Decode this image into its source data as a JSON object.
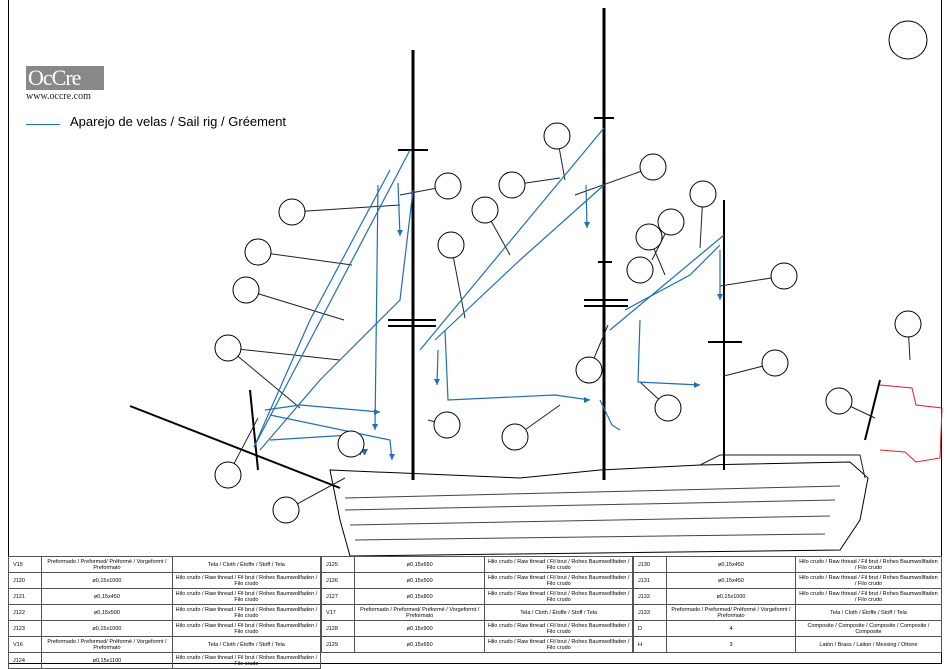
{
  "logo": {
    "brand": "OcCre",
    "url": "www.occre.com"
  },
  "legend": {
    "label": "Aparejo de velas / Sail rig / Gréement",
    "color": "#1f6fb8"
  },
  "tables": [
    {
      "rows": [
        {
          "code": "V15",
          "size": "Preformado / Preformed/ Préformé / Vorgeformt / Preformato",
          "material": "Tela / Cloth / Étoffe / Stoff / Tela"
        },
        {
          "code": "J120",
          "size": "ø0,15x1000",
          "material": "Hilo crudo / Raw thread / Fil brut / Rohes Baumwollfaden / Filo crudo"
        },
        {
          "code": "J121",
          "size": "ø0,15x450",
          "material": "Hilo crudo / Raw thread / Fil brut / Rohes Baumwollfaden / Filo crudo"
        },
        {
          "code": "J122",
          "size": "ø0,15x500",
          "material": "Hilo crudo / Raw thread / Fil brut / Rohes Baumwollfaden / Filo crudo"
        },
        {
          "code": "J123",
          "size": "ø0,15x1000",
          "material": "Hilo crudo / Raw thread / Fil brut / Rohes Baumwollfaden / Filo crudo"
        },
        {
          "code": "V16",
          "size": "Preformado / Preformed/ Préformé / Vorgeformt / Preformato",
          "material": "Tela / Cloth / Étoffe / Stoff / Tela"
        },
        {
          "code": "J124",
          "size": "ø0,15x1100",
          "material": "Hilo crudo / Raw thread / Fil brut / Rohes Baumwollfaden / Filo crudo"
        }
      ]
    },
    {
      "rows": [
        {
          "code": "J125",
          "size": "ø0,15x650",
          "material": "Hilo crudo / Raw thread / Fil brut / Rohes Baumwollfaden / Filo crudo"
        },
        {
          "code": "J126",
          "size": "ø0,15x500",
          "material": "Hilo crudo / Raw thread / Fil brut / Rohes Baumwollfaden / Filo crudo"
        },
        {
          "code": "J127",
          "size": "ø0,15x800",
          "material": "Hilo crudo / Raw thread / Fil brut / Rohes Baumwollfaden / Filo crudo"
        },
        {
          "code": "V17",
          "size": "Preformado / Preformed/ Préformé / Vorgeformt / Preformato",
          "material": "Tela / Cloth / Étoffe / Stoff / Tela"
        },
        {
          "code": "J128",
          "size": "ø0,15x900",
          "material": "Hilo crudo / Raw thread / Fil brut / Rohes Baumwollfaden / Filo crudo"
        },
        {
          "code": "J129",
          "size": "ø0,15x650",
          "material": "Hilo crudo / Raw thread / Fil brut / Rohes Baumwollfaden / Filo crudo"
        }
      ]
    },
    {
      "rows": [
        {
          "code": "J130",
          "size": "ø0,15x450",
          "material": "Hilo crudo / Raw thread / Fil brut / Rohes Baumwollfaden / Filo crudo"
        },
        {
          "code": "J131",
          "size": "ø0,15x450",
          "material": "Hilo crudo / Raw thread / Fil brut / Rohes Baumwollfaden / Filo crudo"
        },
        {
          "code": "J132",
          "size": "ø0,15x1000",
          "material": "Hilo crudo / Raw thread / Fil brut / Rohes Baumwollfaden / Filo crudo"
        },
        {
          "code": "J133",
          "size": "Preformado / Preformed/ Préformé / Vorgeformt / Preformato",
          "material": "Tela / Cloth / Étoffe / Stoff / Tela"
        },
        {
          "code": "D",
          "size": "4",
          "material": "Composite / Composite / Composite / Composite / Composite"
        },
        {
          "code": "H",
          "size": "3",
          "material": "Latón / Brass / Laiton / Messing / Ottone"
        }
      ]
    }
  ]
}
